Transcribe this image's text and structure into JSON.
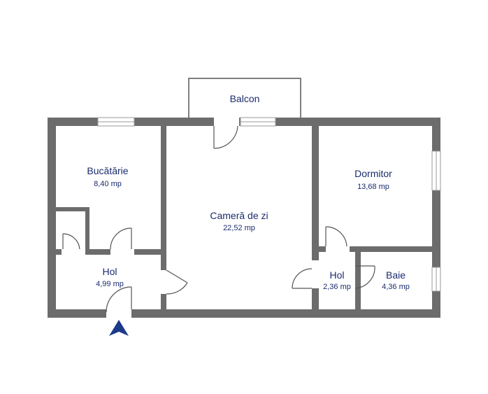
{
  "colors": {
    "wall": "#6c6c6c",
    "text": "#1a2b6d",
    "entrance_arrow": "#1c3a8a",
    "background": "#ffffff"
  },
  "rooms": {
    "balcon": {
      "label": "Balcon"
    },
    "bucatarie": {
      "label": "Bucătărie",
      "area": "8,40 mp"
    },
    "camera": {
      "label": "Cameră de zi",
      "area": "22,52 mp"
    },
    "dormitor": {
      "label": "Dormitor",
      "area": "13,68 mp"
    },
    "hol1": {
      "label": "Hol",
      "area": "4,99 mp"
    },
    "hol2": {
      "label": "Hol",
      "area": "2,36 mp"
    },
    "baie": {
      "label": "Baie",
      "area": "4,36 mp"
    }
  },
  "icons": {
    "entrance": "entrance-arrow-icon"
  }
}
